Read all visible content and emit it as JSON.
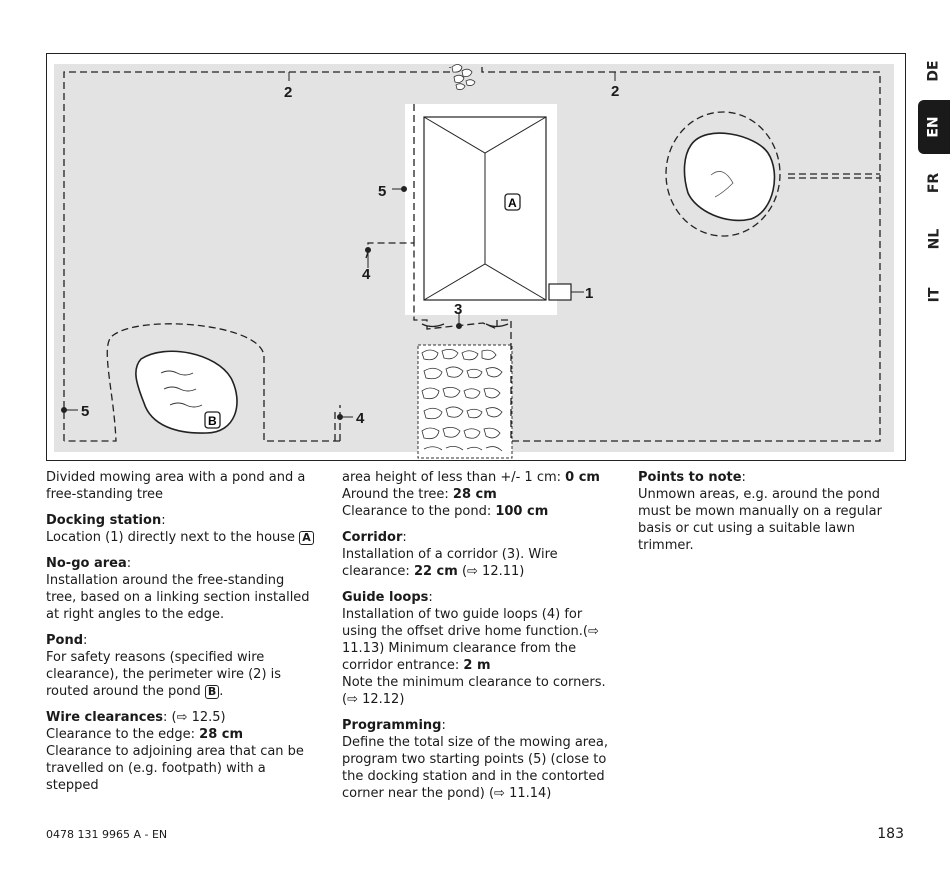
{
  "side_tabs": [
    {
      "label": "DE",
      "active": false
    },
    {
      "label": "EN",
      "active": true
    },
    {
      "label": "FR",
      "active": false
    },
    {
      "label": "NL",
      "active": false
    },
    {
      "label": "IT",
      "active": false
    }
  ],
  "diagram": {
    "labels": {
      "wire_top_left": "2",
      "wire_top_right": "2",
      "start_upper": "5",
      "start_lower": "5",
      "guide_upper": "4",
      "guide_lower": "4",
      "docking": "1",
      "corridor": "3",
      "house": "A",
      "pond": "B"
    }
  },
  "col1": {
    "intro": "Divided mowing area with a pond and a free-standing tree",
    "docking_title": "Docking station",
    "docking_text": "Location (1) directly next to the house",
    "docking_marker": "A",
    "nogo_title": "No-go area",
    "nogo_text": "Installation around the free-standing tree, based on a linking section installed at right angles to the edge.",
    "pond_title": "Pond",
    "pond_text": "For safety reasons (specified wire clearance), the perimeter wire (2) is routed around the pond",
    "pond_marker": "B",
    "wire_title": "Wire clearances",
    "wire_ref": "(⇨ 12.5)",
    "wire_edge": "Clearance to the edge: ",
    "wire_edge_val": "28 cm",
    "wire_adjoining": "Clearance to adjoining area that can be travelled on (e.g. footpath) with a stepped"
  },
  "col2": {
    "area_height": "area height of less than +/- 1 cm: ",
    "area_height_val": "0 cm",
    "tree": "Around the tree: ",
    "tree_val": "28 cm",
    "pond": "Clearance to the pond: ",
    "pond_val": "100 cm",
    "corridor_title": "Corridor",
    "corridor_text": "Installation of a corridor (3).  Wire clearance: ",
    "corridor_val": "22 cm",
    "corridor_ref": " (⇨ 12.11)",
    "guide_title": "Guide loops",
    "guide_text": "Installation of two guide loops (4) for using the offset drive home function.(⇨ 11.13) Minimum clearance from the corridor entrance: ",
    "guide_val": "2 m",
    "guide_note": "Note the minimum clearance to corners. (⇨ 12.12)",
    "prog_title": "Programming",
    "prog_text": "Define the total size of the mowing area, program two starting points (5) (close to the docking station and in the contorted corner near the pond) (⇨ 11.14)"
  },
  "col3": {
    "notes_title": "Points to note",
    "notes_text": "Unmown areas, e.g. around the pond must be mown manually on a regular basis or cut using a suitable lawn trimmer."
  },
  "footer": {
    "doc_id": "0478 131 9965 A - EN",
    "page": "183"
  }
}
